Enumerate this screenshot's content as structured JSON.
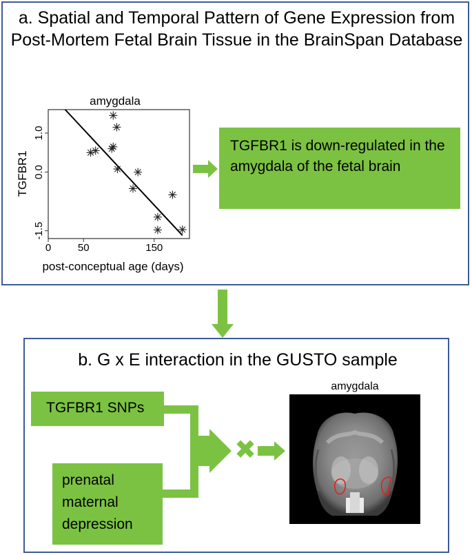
{
  "panel_a": {
    "title": "a. Spatial and Temporal Pattern of Gene Expression from Post-Mortem Fetal Brain Tissue in the BrainSpan Database",
    "result_text": "TGFBR1 is down-regulated in the amygdala of the fetal brain"
  },
  "panel_b": {
    "title": "b. G x E interaction in the GUSTO sample",
    "snp_label": "TGFBR1 SNPs",
    "exposure_label": "prenatal maternal depression",
    "brain_label": "amygdala",
    "interaction_symbol": "✖"
  },
  "colors": {
    "accent_green": "#7cc242",
    "border_blue": "#3c5a99",
    "roi_red": "#e02020"
  },
  "chart_data": {
    "type": "scatter",
    "title": "amygdala",
    "xlabel": "post-conceptual age (days)",
    "ylabel": "TGFBR1",
    "x_ticks": [
      "0",
      "50",
      "150"
    ],
    "y_ticks": [
      "-1.5",
      "0.0",
      "1.0"
    ],
    "xlim": [
      0,
      200
    ],
    "ylim": [
      -1.7,
      1.6
    ],
    "points": [
      {
        "x": 92,
        "y": 1.45
      },
      {
        "x": 97,
        "y": 1.15
      },
      {
        "x": 60,
        "y": 0.5
      },
      {
        "x": 67,
        "y": 0.55
      },
      {
        "x": 90,
        "y": 0.6
      },
      {
        "x": 92,
        "y": 0.65
      },
      {
        "x": 98,
        "y": 0.08
      },
      {
        "x": 127,
        "y": 0.0
      },
      {
        "x": 120,
        "y": -0.42
      },
      {
        "x": 176,
        "y": -0.58
      },
      {
        "x": 155,
        "y": -1.15
      },
      {
        "x": 155,
        "y": -1.48
      },
      {
        "x": 190,
        "y": -1.47
      }
    ],
    "fit_line": {
      "x": [
        24,
        190
      ],
      "y": [
        1.6,
        -1.62
      ]
    },
    "marker": "asterisk"
  }
}
